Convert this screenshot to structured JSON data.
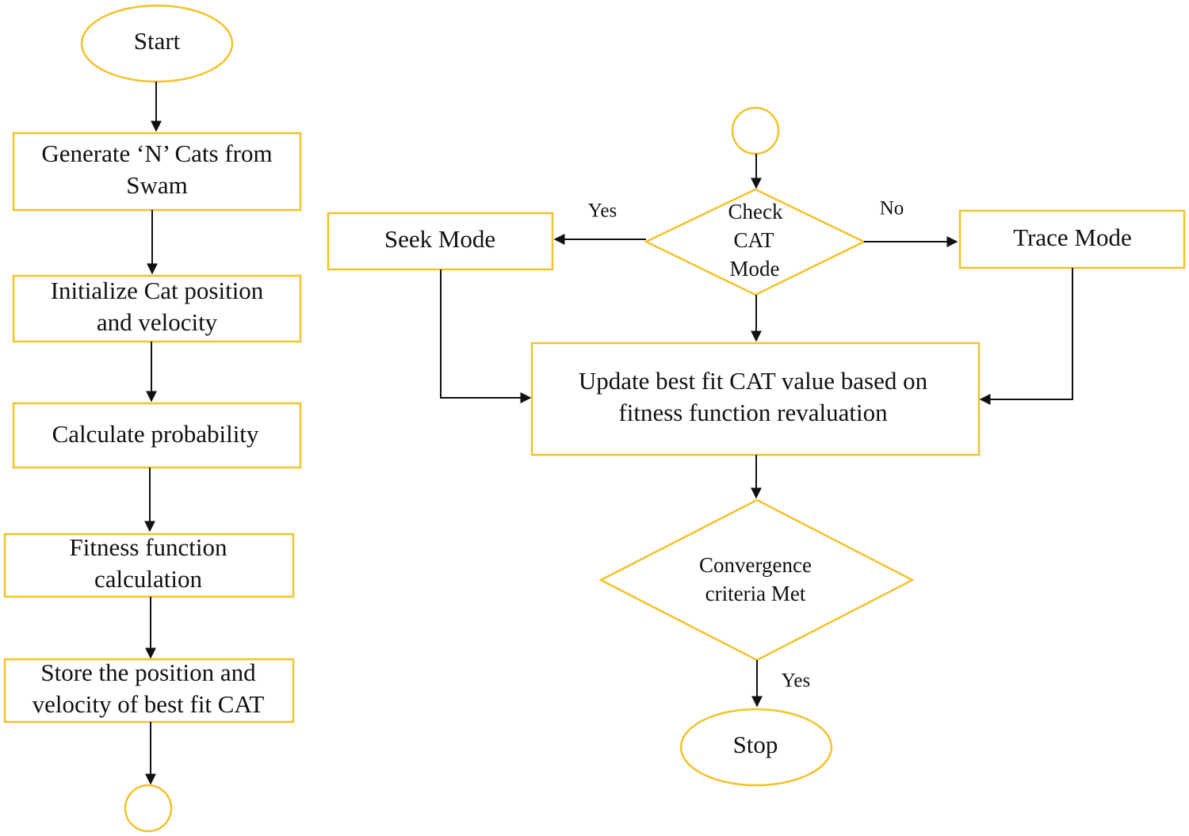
{
  "colors": {
    "shape_stroke": "#f4c22b",
    "arrow": "#111111",
    "text": "#111111",
    "background": "#ffffff"
  },
  "nodes": {
    "start": {
      "text": "Start"
    },
    "generate": {
      "line1": "Generate ‘N’ Cats from",
      "line2": "Swam"
    },
    "initialize": {
      "line1": "Initialize  Cat position",
      "line2": "and velocity"
    },
    "probability": {
      "text": "Calculate  probability"
    },
    "fitness": {
      "line1": "Fitness function",
      "line2": "calculation"
    },
    "store": {
      "line1": "Store the position and",
      "line2": "velocity  of best fit  CAT"
    },
    "connector_bottom": {
      "text": ""
    },
    "connector_top": {
      "text": ""
    },
    "check": {
      "line1": "Check",
      "line2": "CAT",
      "line3": "Mode"
    },
    "seek": {
      "text": "Seek Mode"
    },
    "trace": {
      "text": "Trace Mode"
    },
    "update": {
      "line1": "Update best fit  CAT value  based on",
      "line2": "fitness function revaluation"
    },
    "convergence": {
      "line1": "Convergence",
      "line2": "criteria  Met"
    },
    "stop": {
      "text": "Stop"
    }
  },
  "edge_labels": {
    "check_yes": "Yes",
    "check_no": "No",
    "convergence_yes": "Yes"
  }
}
